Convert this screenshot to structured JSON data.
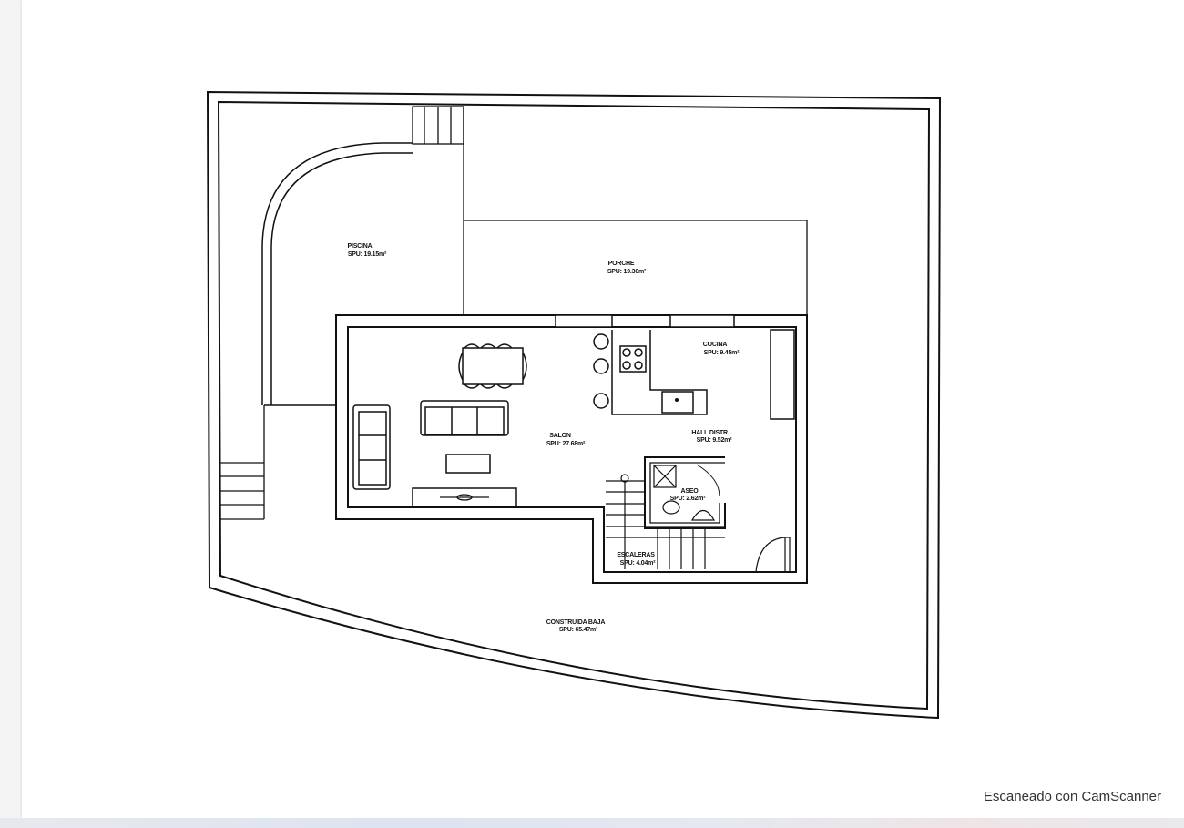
{
  "document": {
    "type": "floor-plan",
    "watermark": "Escaneado con CamScanner"
  },
  "rooms": {
    "piscina": {
      "name": "PISCINA",
      "area": "SPU: 19.15m²"
    },
    "porche": {
      "name": "PORCHE",
      "area": "SPU: 19.30m²"
    },
    "cocina": {
      "name": "COCINA",
      "area": "SPU: 9.45m²"
    },
    "salon": {
      "name": "SALON",
      "area": "SPU: 27.68m²"
    },
    "hall": {
      "name": "HALL DISTR.",
      "area": "SPU: 9.52m²"
    },
    "aseo": {
      "name": "ASEO",
      "area": "SPU: 2.62m²"
    },
    "escaleras": {
      "name": "ESCALERAS",
      "area": "SPU: 4.04m²"
    },
    "construida": {
      "name": "CONSTRUIDA BAJA",
      "area": "SPU: 65.47m²"
    }
  },
  "colors": {
    "line": "#111111",
    "paper": "#ffffff",
    "background": "#f4f4f4"
  }
}
